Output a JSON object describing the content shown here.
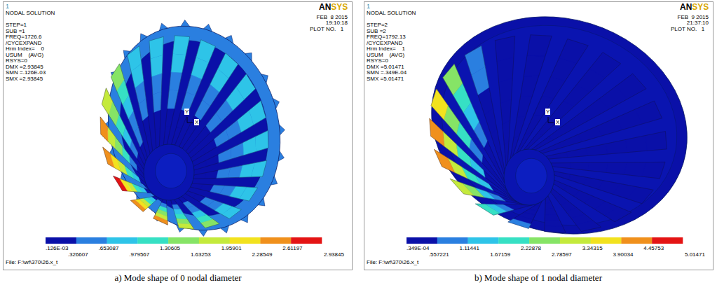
{
  "diagram": {
    "nodes": [
      {
        "text": [
          "1",
          "AN",
          "SYS",
          "NODAL SOLUTION",
          "STEP=1",
          "SUB =1",
          "FREQ=1726.6",
          "/CYCEXPAND",
          "Hrm Index=    0",
          "USUM    (AVG)",
          "RSYS=0",
          "DMX =2.93845",
          "SMN =.126E-03",
          "SMX =2.93845",
          "FEB  8 2015",
          "19:10:18",
          "PLOT NO.   1",
          "Y",
          "X",
          ".126E-03",
          ".326607",
          ".653087",
          ".979567",
          "1.30605",
          "1.63253",
          "1.95901",
          "2.28549",
          "2.61197",
          "2.93845",
          "File: F:\\wf\\370\\26.x_t"
        ]
      },
      {
        "text": [
          "1",
          "AN",
          "SYS",
          "NODAL SOLUTION",
          "STEP=2",
          "SUB =2",
          "FREQ=1792.13",
          "/CYCEXPAND",
          "Hrm Index=    1",
          "USUM    (AVG)",
          "RSYS=0",
          "DMX =5.01471",
          "SMN =.349E-04",
          "SMX =5.01471",
          "FEB  9 2015",
          "21:37:10",
          "PLOT NO.   1",
          "Y",
          "X",
          ".349E-04",
          ".557221",
          "1.11441",
          "1.67159",
          "2.22878",
          "2.78597",
          "3.34315",
          "3.90034",
          "4.45753",
          "5.01471",
          "File: F:\\wf\\370\\26.x_t"
        ]
      }
    ],
    "labels": [
      "a) Mode shape of 0 nodal diameter",
      "b) Mode shape of 1 nodal diameter"
    ]
  }
}
